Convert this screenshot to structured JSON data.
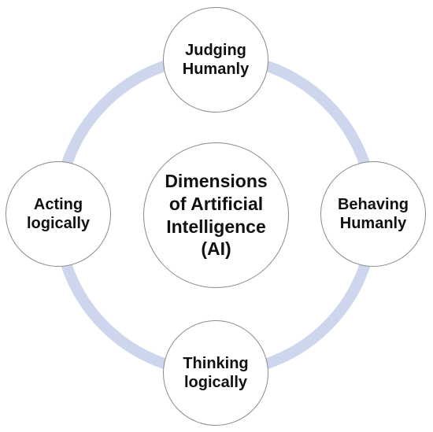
{
  "diagram": {
    "center_label": "Dimensions\nof Artificial\nIntelligence\n(AI)",
    "nodes": {
      "top": "Judging\nHumanly",
      "right": "Behaving\nHumanly",
      "bottom": "Thinking\nlogically",
      "left": "Acting\nlogically"
    }
  },
  "colors": {
    "ring": "#cdd6ec",
    "node_border": "#8a8a8a",
    "node_fill": "#ffffff",
    "text": "#111111"
  }
}
